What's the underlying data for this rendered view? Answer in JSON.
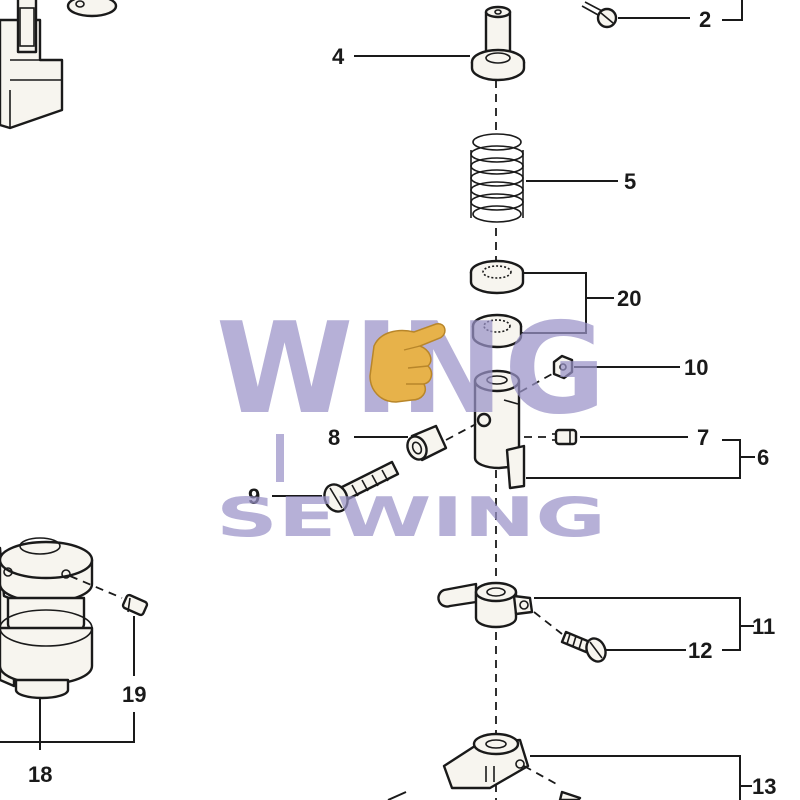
{
  "callouts": {
    "c2": "2",
    "c4": "4",
    "c5": "5",
    "c20": "20",
    "c10": "10",
    "c7": "7",
    "c6": "6",
    "c8": "8",
    "c9": "9",
    "c11": "11",
    "c12": "12",
    "c19": "19",
    "c18": "18",
    "c13": "13"
  },
  "watermark": {
    "line1": "WING",
    "line2": "SEWING",
    "color": "#9a93c8",
    "hand_color": "#e7b24a",
    "hand_icon": "pointing-hand"
  },
  "colors": {
    "ink": "#1a1a1a",
    "paper": "#ffffff",
    "part_fill": "#f7f5ef"
  }
}
